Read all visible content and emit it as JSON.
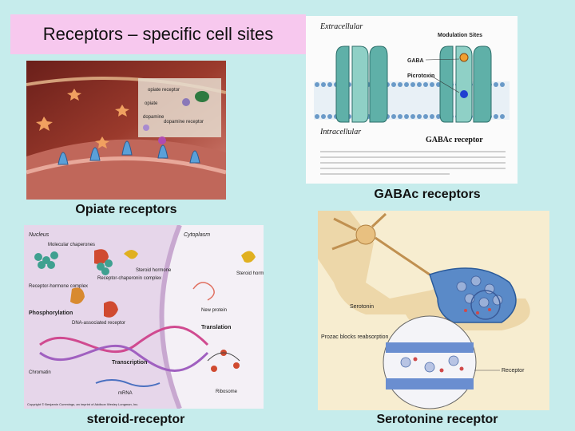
{
  "slide": {
    "title": "Receptors – specific cell sites",
    "captions": {
      "opiate": "Opiate receptors",
      "gaba": "GABAc receptors",
      "steroid": "steroid-receptor",
      "serotonine": "Serotonine receptor"
    }
  },
  "opiate_figure": {
    "labels": [
      "opiate receptor",
      "opiate",
      "dopamine",
      "dopamine receptor"
    ]
  },
  "gaba_figure": {
    "extracellular": "Extracellular",
    "intracellular": "Intracellular",
    "modulation_sites": "Modulation Sites",
    "gaba": "GABA",
    "picrotoxin": "Picrotoxin",
    "receptor_name": "GABAc receptor"
  },
  "steroid_figure": {
    "nucleus": "Nucleus",
    "cytoplasm": "Cytoplasm",
    "molecular_chaperones": "Molecular chaperones",
    "receptor_chaperonin": "Receptor-chaperonin complex",
    "steroid_hormone": "Steroid hormone",
    "receptor_hormone": "Receptor-hormone complex",
    "phosphorylation": "Phosphorylation",
    "dna_associated": "DNA-associated receptor",
    "new_protein": "New protein",
    "translation": "Translation",
    "transcription": "Transcription",
    "chromatin": "Chromatin",
    "mrna": "mRNA",
    "ribosome": "Ribosome",
    "copyright": "Copyright © Benjamin Cummings, an imprint of Addison Wesley Longman, Inc."
  },
  "serotonin_figure": {
    "serotonin": "Serotonin",
    "prozac": "Prozac blocks reabsorption",
    "receptor": "Receptor"
  },
  "colors": {
    "background": "#c6ecec",
    "title_box": "#f7c8ee"
  }
}
